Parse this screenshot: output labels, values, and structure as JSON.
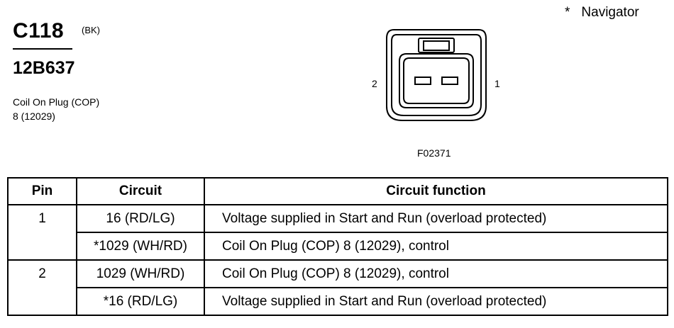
{
  "footnote": {
    "marker": "*",
    "text": "Navigator"
  },
  "connector": {
    "id": "C118",
    "color_code": "(BK)",
    "part_number": "12B637",
    "description_lines": [
      "Coil On Plug (COP)",
      "8 (12029)"
    ]
  },
  "drawing": {
    "pin_left_label": "2",
    "pin_right_label": "1",
    "figure_id": "F02371"
  },
  "table": {
    "headers": [
      "Pin",
      "Circuit",
      "Circuit function"
    ],
    "rows": [
      {
        "pin": "1",
        "circuit": "16 (RD/LG)",
        "function": "Voltage supplied in Start and Run (overload protected)"
      },
      {
        "pin": "",
        "circuit": "*1029 (WH/RD)",
        "function": "Coil On Plug (COP) 8 (12029), control"
      },
      {
        "pin": "2",
        "circuit": "1029 (WH/RD)",
        "function": "Coil On Plug (COP) 8 (12029), control"
      },
      {
        "pin": "",
        "circuit": "*16 (RD/LG)",
        "function": "Voltage supplied in Start and Run (overload protected)"
      }
    ]
  }
}
